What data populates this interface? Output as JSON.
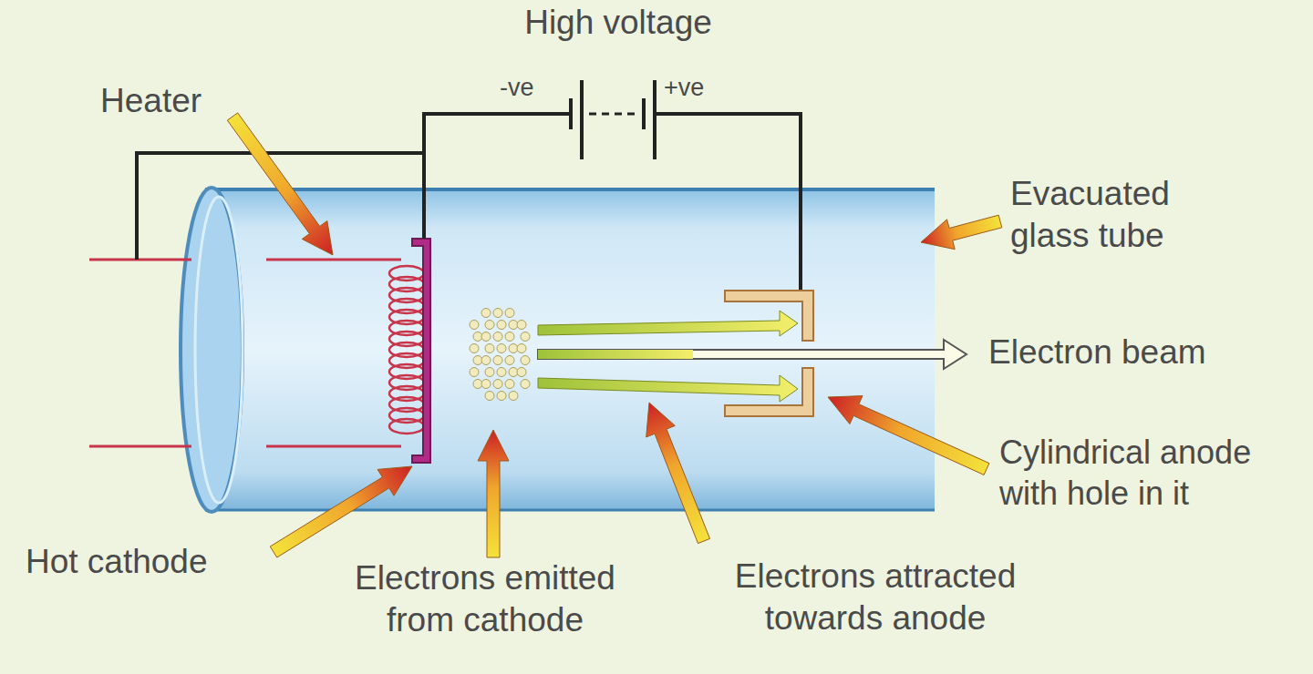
{
  "diagram": {
    "labels": [
      "High voltage",
      "-ve",
      "+ve",
      "Heater",
      "Evacuated glass tube",
      "Electron beam",
      "Cylindrical anode with hole in it",
      "Hot cathode",
      "Electrons emitted from cathode",
      "Electrons attracted towards anode"
    ]
  }
}
